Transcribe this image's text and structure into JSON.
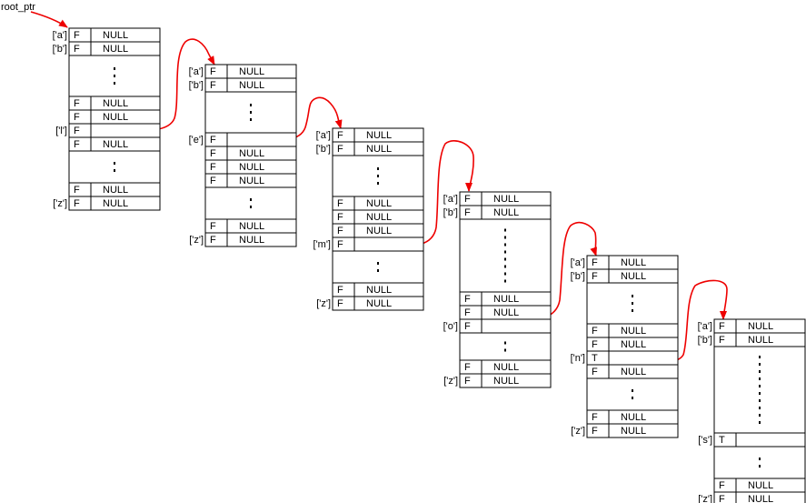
{
  "root_label": "root_ptr",
  "colors": {
    "link": "#ee0000",
    "flag_true": "#1a1aff",
    "border": "#000000"
  },
  "nodes": [
    {
      "id": "node-1",
      "rows": [
        {
          "label": "['a']",
          "flag": "F",
          "ptr": "NULL"
        },
        {
          "label": "['b']",
          "flag": "F",
          "ptr": "NULL"
        },
        {
          "gap": true,
          "dots": "⋮"
        },
        {
          "label": "",
          "flag": "F",
          "ptr": "NULL"
        },
        {
          "label": "",
          "flag": "F",
          "ptr": "NULL"
        },
        {
          "label": "['l']",
          "flag": "F",
          "ptr": "",
          "link": true
        },
        {
          "label": "",
          "flag": "F",
          "ptr": "NULL"
        },
        {
          "gap": true,
          "dots": "⋮"
        },
        {
          "label": "",
          "flag": "F",
          "ptr": "NULL"
        },
        {
          "label": "['z']",
          "flag": "F",
          "ptr": "NULL"
        }
      ]
    },
    {
      "id": "node-2",
      "rows": [
        {
          "label": "['a']",
          "flag": "F",
          "ptr": "NULL"
        },
        {
          "label": "['b']",
          "flag": "F",
          "ptr": "NULL"
        },
        {
          "gap": true,
          "dots": "⋮"
        },
        {
          "label": "['e']",
          "flag": "F",
          "ptr": "",
          "link": true
        },
        {
          "label": "",
          "flag": "F",
          "ptr": "NULL"
        },
        {
          "label": "",
          "flag": "F",
          "ptr": "NULL"
        },
        {
          "label": "",
          "flag": "F",
          "ptr": "NULL"
        },
        {
          "gap": true,
          "dots": "⋮"
        },
        {
          "label": "",
          "flag": "F",
          "ptr": "NULL"
        },
        {
          "label": "['z']",
          "flag": "F",
          "ptr": "NULL"
        }
      ]
    },
    {
      "id": "node-3",
      "rows": [
        {
          "label": "['a']",
          "flag": "F",
          "ptr": "NULL"
        },
        {
          "label": "['b']",
          "flag": "F",
          "ptr": "NULL"
        },
        {
          "gap": true,
          "dots": "⋮"
        },
        {
          "label": "",
          "flag": "F",
          "ptr": "NULL"
        },
        {
          "label": "",
          "flag": "F",
          "ptr": "NULL"
        },
        {
          "label": "",
          "flag": "F",
          "ptr": "NULL"
        },
        {
          "label": "['m']",
          "flag": "F",
          "ptr": "",
          "link": true
        },
        {
          "gap": true,
          "dots": "⋮"
        },
        {
          "label": "",
          "flag": "F",
          "ptr": "NULL"
        },
        {
          "label": "['z']",
          "flag": "F",
          "ptr": "NULL"
        }
      ]
    },
    {
      "id": "node-4",
      "rows": [
        {
          "label": "['a']",
          "flag": "F",
          "ptr": "NULL"
        },
        {
          "label": "['b']",
          "flag": "F",
          "ptr": "NULL"
        },
        {
          "gap": true,
          "dots": "⋮⋮"
        },
        {
          "label": "",
          "flag": "F",
          "ptr": "NULL"
        },
        {
          "label": "",
          "flag": "F",
          "ptr": "NULL"
        },
        {
          "label": "['o']",
          "flag": "F",
          "ptr": "",
          "link": true
        },
        {
          "gap": true,
          "dots": "⋮"
        },
        {
          "label": "",
          "flag": "F",
          "ptr": "NULL"
        },
        {
          "label": "['z']",
          "flag": "F",
          "ptr": "NULL"
        }
      ]
    },
    {
      "id": "node-5",
      "rows": [
        {
          "label": "['a']",
          "flag": "F",
          "ptr": "NULL"
        },
        {
          "label": "['b']",
          "flag": "F",
          "ptr": "NULL"
        },
        {
          "gap": true,
          "dots": "⋮"
        },
        {
          "label": "",
          "flag": "F",
          "ptr": "NULL"
        },
        {
          "label": "",
          "flag": "F",
          "ptr": "NULL"
        },
        {
          "label": "['n']",
          "flag": "T",
          "ptr": "",
          "link": true
        },
        {
          "label": "",
          "flag": "F",
          "ptr": "NULL"
        },
        {
          "gap": true,
          "dots": "⋮"
        },
        {
          "label": "",
          "flag": "F",
          "ptr": "NULL"
        },
        {
          "label": "['z']",
          "flag": "F",
          "ptr": "NULL"
        }
      ]
    },
    {
      "id": "node-6",
      "rows": [
        {
          "label": "['a']",
          "flag": "F",
          "ptr": "NULL"
        },
        {
          "label": "['b']",
          "flag": "F",
          "ptr": "NULL"
        },
        {
          "gap": true,
          "dots": "⋮"
        },
        {
          "label": "['s']",
          "flag": "T",
          "ptr": ""
        },
        {
          "gap": true,
          "dots": "⋮"
        },
        {
          "label": "",
          "flag": "F",
          "ptr": "NULL"
        },
        {
          "label": "['z']",
          "flag": "F",
          "ptr": "NULL"
        }
      ]
    }
  ]
}
